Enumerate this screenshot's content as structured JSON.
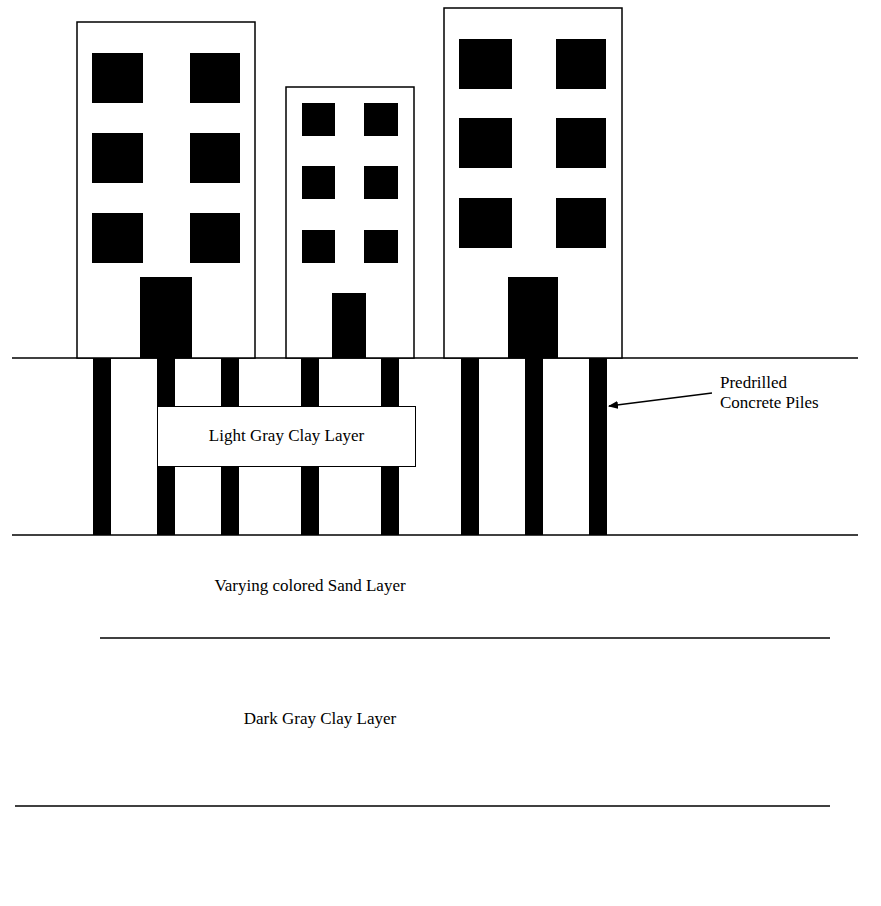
{
  "diagram": {
    "nodes": [
      {
        "text": [
          "Light Gray Clay Layer"
        ]
      }
    ],
    "labels": [
      "Predrilled Concrete Piles",
      "Varying colored Sand Layer",
      "Dark Gray Clay Layer"
    ]
  }
}
